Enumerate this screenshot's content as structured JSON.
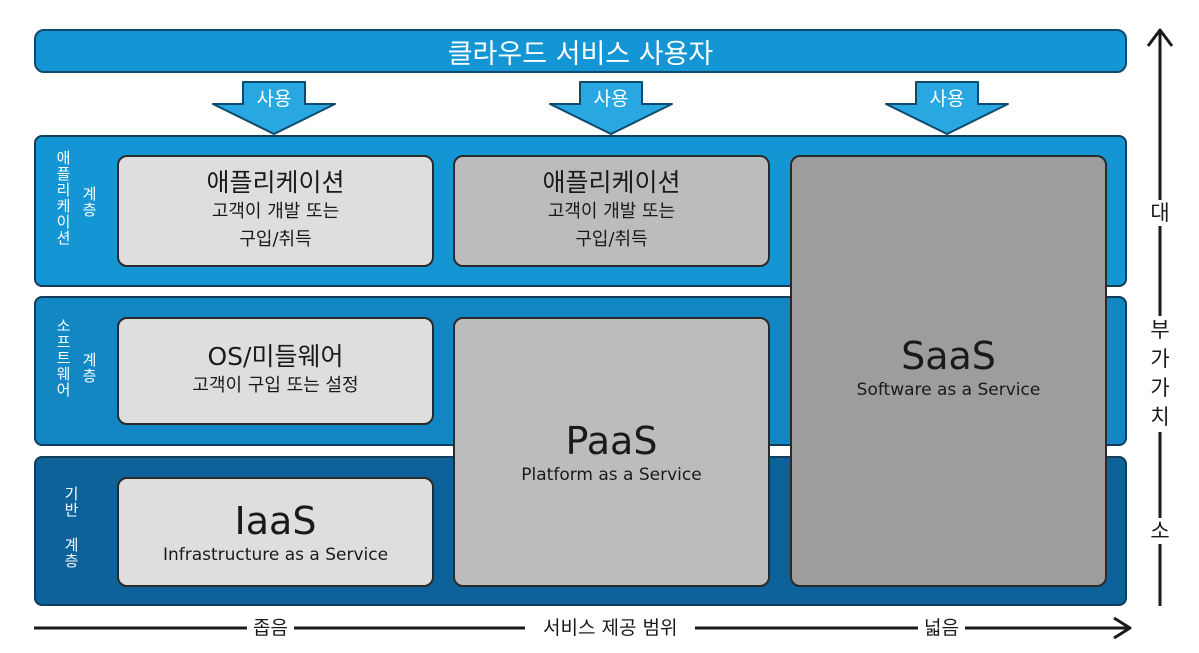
{
  "banner": {
    "title": "클라우드 서비스 사용자"
  },
  "arrows": {
    "label": "사용"
  },
  "layers": {
    "application": {
      "line1": "애플리케이션",
      "line2": "계층"
    },
    "software": {
      "line1": "소프트웨어",
      "line2": "계층"
    },
    "base": {
      "label": "기반 계층"
    }
  },
  "boxes": {
    "iaas_app": {
      "title": "애플리케이션",
      "sub1": "고객이 개발 또는",
      "sub2": "구입/취득"
    },
    "paas_app": {
      "title": "애플리케이션",
      "sub1": "고객이 개발 또는",
      "sub2": "구입/취득"
    },
    "iaas_os": {
      "title": "OS/미들웨어",
      "sub1": "고객이 구입 또는 설정"
    },
    "iaas": {
      "title": "IaaS",
      "sub": "Infrastructure as a Service"
    },
    "paas": {
      "title": "PaaS",
      "sub": "Platform as a Service"
    },
    "saas": {
      "title": "SaaS",
      "sub": "Software as a Service"
    }
  },
  "value_axis": {
    "high": "대",
    "label_chars": [
      "부",
      "가",
      "가",
      "치"
    ],
    "low": "소"
  },
  "scope_axis": {
    "narrow": "좁음",
    "label": "서비스 제공 범위",
    "wide": "넓음"
  },
  "colors": {
    "banner": "#1596d4",
    "band_application": "#1596d4",
    "band_software": "#1287c4",
    "band_base": "#0c6299",
    "box_light": "#dedede",
    "box_mid": "#bcbcbc",
    "box_dark": "#9d9d9d"
  }
}
